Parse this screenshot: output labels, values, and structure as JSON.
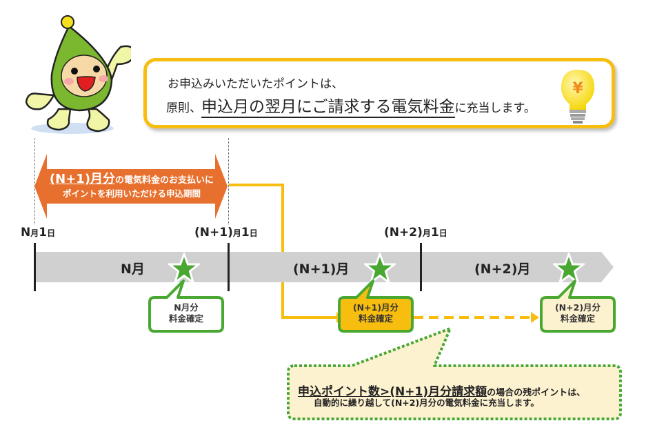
{
  "info_box": {
    "line1": "お申込みいただいたポイントは、",
    "line2_prefix": "原則、",
    "line2_emphasis": "申込月の翌月にご請求する電気料金",
    "line2_suffix": "に充当します。",
    "bulb_symbol": "¥",
    "icon": "lightbulb-yen-icon"
  },
  "mascot": {
    "icon": "green-drop-mascot"
  },
  "application_period": {
    "line1_emphasis": "(N+1)月分",
    "line1_rest": "の電気料金のお支払いに",
    "line2": "ポイントを利用いただける申込期間",
    "color": "#e8702e"
  },
  "dates": [
    {
      "main": "N",
      "unit1": "月",
      "day": "1",
      "unit2": "日"
    },
    {
      "main": "(N+1)",
      "unit1": "月",
      "day": "1",
      "unit2": "日"
    },
    {
      "main": "(N+2)",
      "unit1": "月",
      "day": "1",
      "unit2": "日"
    }
  ],
  "months": [
    "N月",
    "(N+1)月",
    "(N+2)月"
  ],
  "callouts": [
    {
      "line1": "N月分",
      "line2": "料金確定",
      "fill": "#ffffff"
    },
    {
      "line1": "(N+1)月分",
      "line2": "料金確定",
      "fill": "#f7bd0f"
    },
    {
      "line1": "(N+2)月分",
      "line2": "料金確定",
      "fill": "#fdf2d0"
    }
  ],
  "note": {
    "line1_emphasis": "申込ポイント数>(N+1)月分請求額",
    "line1_rest": "の場合の残ポイントは、",
    "line2": "自動的に繰り越して(N+2)月分の電気料金に充当します。"
  },
  "colors": {
    "accent_yellow": "#f7bd0f",
    "accent_green": "#4aa832",
    "accent_orange": "#e8702e",
    "timeline_gray": "#d0d0d0",
    "note_fill": "#fdf2d0"
  }
}
